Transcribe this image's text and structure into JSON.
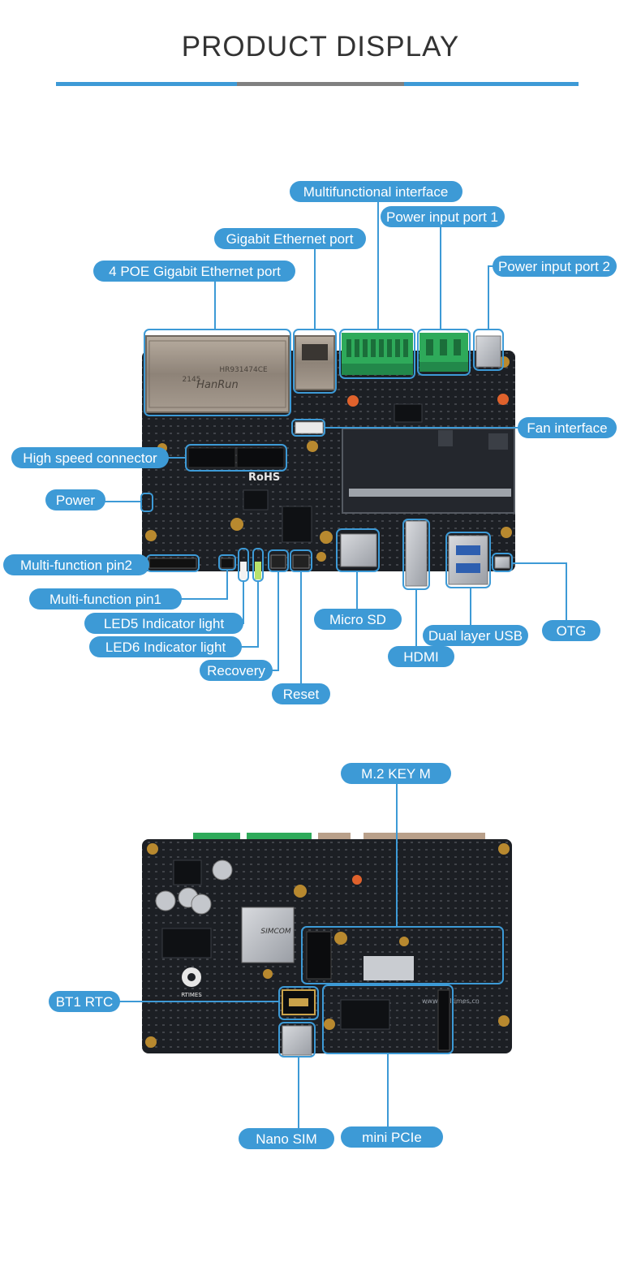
{
  "title": "PRODUCT DISPLAY",
  "colors": {
    "accent": "#3d9ad6",
    "rule_mid": "#808080",
    "board": "#1c1f24",
    "terminal": "#2eaa5a",
    "title": "#333333"
  },
  "board_markings": {
    "rohs": "RoHS",
    "magjack": "HanRun",
    "magjack_code": "HR931474CE",
    "magjack_date": "2145",
    "logo": "RTIMES",
    "module": "SIMCOM",
    "vendor_site": "www.realtimes.cn"
  },
  "top_labels": [
    "Multifunctional interface",
    "Power input port 1",
    "Gigabit Ethernet port",
    "Power input port 2",
    "4 POE Gigabit Ethernet port",
    "Fan interface",
    "High speed connector",
    "Power",
    "Multi-function pin2",
    "Multi-function pin1",
    "LED5 Indicator light",
    "LED6 Indicator light",
    "Recovery",
    "Reset",
    "Micro SD",
    "Dual layer USB",
    "HDMI",
    "OTG"
  ],
  "bottom_labels": [
    "M.2 KEY M",
    "BT1 RTC",
    "Nano SIM",
    "mini PCIe"
  ]
}
